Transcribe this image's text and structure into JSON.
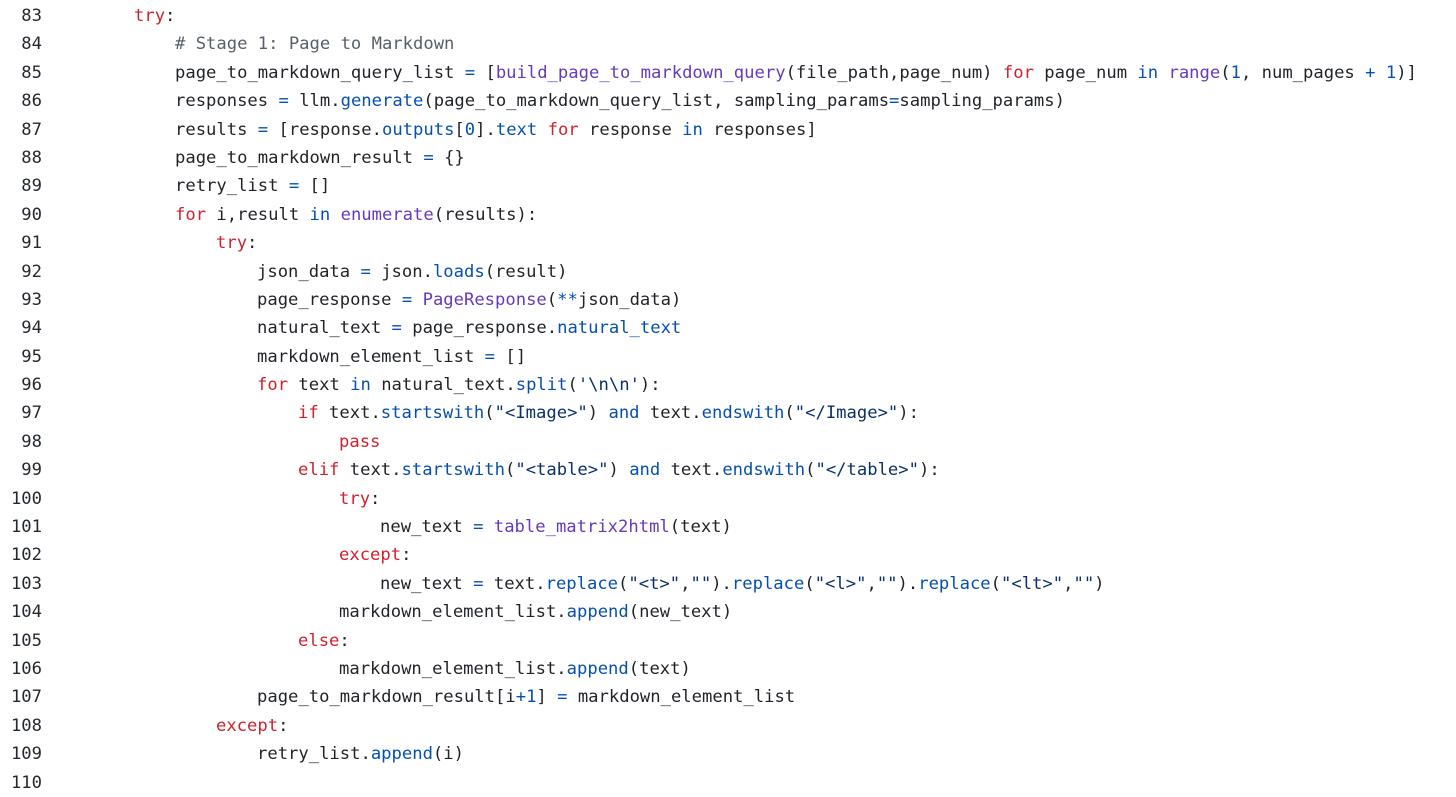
{
  "colors": {
    "background": "#ffffff",
    "line_number": "#24292f",
    "plain": "#1f2328",
    "keyword": "#cf222e",
    "function": "#6639ba",
    "attribute": "#0550ae",
    "number": "#0550ae",
    "operator": "#0550ae",
    "string": "#0a3069",
    "comment": "#57606a"
  },
  "code": {
    "lines": [
      {
        "number": "83",
        "indent": 0,
        "tokens": [
          {
            "t": "try",
            "c": "kw"
          },
          {
            "t": ":",
            "c": "plain"
          }
        ]
      },
      {
        "number": "84",
        "indent": 1,
        "tokens": [
          {
            "t": "# Stage 1: Page to Markdown",
            "c": "cm"
          }
        ]
      },
      {
        "number": "85",
        "indent": 1,
        "tokens": [
          {
            "t": "page_to_markdown_query_list ",
            "c": "plain"
          },
          {
            "t": "=",
            "c": "op"
          },
          {
            "t": " [",
            "c": "plain"
          },
          {
            "t": "build_page_to_markdown_query",
            "c": "fn"
          },
          {
            "t": "(file_path,page_num) ",
            "c": "plain"
          },
          {
            "t": "for",
            "c": "kw"
          },
          {
            "t": " page_num ",
            "c": "plain"
          },
          {
            "t": "in",
            "c": "op"
          },
          {
            "t": " ",
            "c": "plain"
          },
          {
            "t": "range",
            "c": "fn"
          },
          {
            "t": "(",
            "c": "plain"
          },
          {
            "t": "1",
            "c": "num"
          },
          {
            "t": ", num_pages ",
            "c": "plain"
          },
          {
            "t": "+",
            "c": "op"
          },
          {
            "t": " ",
            "c": "plain"
          },
          {
            "t": "1",
            "c": "num"
          },
          {
            "t": ")]",
            "c": "plain"
          }
        ]
      },
      {
        "number": "86",
        "indent": 1,
        "tokens": [
          {
            "t": "responses ",
            "c": "plain"
          },
          {
            "t": "=",
            "c": "op"
          },
          {
            "t": " llm.",
            "c": "plain"
          },
          {
            "t": "generate",
            "c": "attr"
          },
          {
            "t": "(page_to_markdown_query_list, sampling_params",
            "c": "plain"
          },
          {
            "t": "=",
            "c": "op"
          },
          {
            "t": "sampling_params)",
            "c": "plain"
          }
        ]
      },
      {
        "number": "87",
        "indent": 1,
        "tokens": [
          {
            "t": "results ",
            "c": "plain"
          },
          {
            "t": "=",
            "c": "op"
          },
          {
            "t": " [response.",
            "c": "plain"
          },
          {
            "t": "outputs",
            "c": "attr"
          },
          {
            "t": "[",
            "c": "plain"
          },
          {
            "t": "0",
            "c": "num"
          },
          {
            "t": "].",
            "c": "plain"
          },
          {
            "t": "text",
            "c": "attr"
          },
          {
            "t": " ",
            "c": "plain"
          },
          {
            "t": "for",
            "c": "kw"
          },
          {
            "t": " response ",
            "c": "plain"
          },
          {
            "t": "in",
            "c": "op"
          },
          {
            "t": " responses]",
            "c": "plain"
          }
        ]
      },
      {
        "number": "88",
        "indent": 1,
        "tokens": [
          {
            "t": "page_to_markdown_result ",
            "c": "plain"
          },
          {
            "t": "=",
            "c": "op"
          },
          {
            "t": " {}",
            "c": "plain"
          }
        ]
      },
      {
        "number": "89",
        "indent": 1,
        "tokens": [
          {
            "t": "retry_list ",
            "c": "plain"
          },
          {
            "t": "=",
            "c": "op"
          },
          {
            "t": " []",
            "c": "plain"
          }
        ]
      },
      {
        "number": "90",
        "indent": 1,
        "tokens": [
          {
            "t": "for",
            "c": "kw"
          },
          {
            "t": " i,result ",
            "c": "plain"
          },
          {
            "t": "in",
            "c": "op"
          },
          {
            "t": " ",
            "c": "plain"
          },
          {
            "t": "enumerate",
            "c": "fn"
          },
          {
            "t": "(results):",
            "c": "plain"
          }
        ]
      },
      {
        "number": "91",
        "indent": 2,
        "tokens": [
          {
            "t": "try",
            "c": "kw"
          },
          {
            "t": ":",
            "c": "plain"
          }
        ]
      },
      {
        "number": "92",
        "indent": 3,
        "tokens": [
          {
            "t": "json_data ",
            "c": "plain"
          },
          {
            "t": "=",
            "c": "op"
          },
          {
            "t": " json.",
            "c": "plain"
          },
          {
            "t": "loads",
            "c": "attr"
          },
          {
            "t": "(result)",
            "c": "plain"
          }
        ]
      },
      {
        "number": "93",
        "indent": 3,
        "tokens": [
          {
            "t": "page_response ",
            "c": "plain"
          },
          {
            "t": "=",
            "c": "op"
          },
          {
            "t": " ",
            "c": "plain"
          },
          {
            "t": "PageResponse",
            "c": "fn"
          },
          {
            "t": "(",
            "c": "plain"
          },
          {
            "t": "**",
            "c": "op"
          },
          {
            "t": "json_data)",
            "c": "plain"
          }
        ]
      },
      {
        "number": "94",
        "indent": 3,
        "tokens": [
          {
            "t": "natural_text ",
            "c": "plain"
          },
          {
            "t": "=",
            "c": "op"
          },
          {
            "t": " page_response.",
            "c": "plain"
          },
          {
            "t": "natural_text",
            "c": "attr"
          }
        ]
      },
      {
        "number": "95",
        "indent": 3,
        "tokens": [
          {
            "t": "markdown_element_list ",
            "c": "plain"
          },
          {
            "t": "=",
            "c": "op"
          },
          {
            "t": " []",
            "c": "plain"
          }
        ]
      },
      {
        "number": "96",
        "indent": 3,
        "tokens": [
          {
            "t": "for",
            "c": "kw"
          },
          {
            "t": " text ",
            "c": "plain"
          },
          {
            "t": "in",
            "c": "op"
          },
          {
            "t": " natural_text.",
            "c": "plain"
          },
          {
            "t": "split",
            "c": "attr"
          },
          {
            "t": "(",
            "c": "plain"
          },
          {
            "t": "'\\n\\n'",
            "c": "str"
          },
          {
            "t": "):",
            "c": "plain"
          }
        ]
      },
      {
        "number": "97",
        "indent": 4,
        "tokens": [
          {
            "t": "if",
            "c": "kw"
          },
          {
            "t": " text.",
            "c": "plain"
          },
          {
            "t": "startswith",
            "c": "attr"
          },
          {
            "t": "(",
            "c": "plain"
          },
          {
            "t": "\"<Image>\"",
            "c": "str"
          },
          {
            "t": ") ",
            "c": "plain"
          },
          {
            "t": "and",
            "c": "op"
          },
          {
            "t": " text.",
            "c": "plain"
          },
          {
            "t": "endswith",
            "c": "attr"
          },
          {
            "t": "(",
            "c": "plain"
          },
          {
            "t": "\"</Image>\"",
            "c": "str"
          },
          {
            "t": "):",
            "c": "plain"
          }
        ]
      },
      {
        "number": "98",
        "indent": 5,
        "tokens": [
          {
            "t": "pass",
            "c": "kw"
          }
        ]
      },
      {
        "number": "99",
        "indent": 4,
        "tokens": [
          {
            "t": "elif",
            "c": "kw"
          },
          {
            "t": " text.",
            "c": "plain"
          },
          {
            "t": "startswith",
            "c": "attr"
          },
          {
            "t": "(",
            "c": "plain"
          },
          {
            "t": "\"<table>\"",
            "c": "str"
          },
          {
            "t": ") ",
            "c": "plain"
          },
          {
            "t": "and",
            "c": "op"
          },
          {
            "t": " text.",
            "c": "plain"
          },
          {
            "t": "endswith",
            "c": "attr"
          },
          {
            "t": "(",
            "c": "plain"
          },
          {
            "t": "\"</table>\"",
            "c": "str"
          },
          {
            "t": "):",
            "c": "plain"
          }
        ]
      },
      {
        "number": "100",
        "indent": 5,
        "tokens": [
          {
            "t": "try",
            "c": "kw"
          },
          {
            "t": ":",
            "c": "plain"
          }
        ]
      },
      {
        "number": "101",
        "indent": 6,
        "tokens": [
          {
            "t": "new_text ",
            "c": "plain"
          },
          {
            "t": "=",
            "c": "op"
          },
          {
            "t": " ",
            "c": "plain"
          },
          {
            "t": "table_matrix2html",
            "c": "fn"
          },
          {
            "t": "(text)",
            "c": "plain"
          }
        ]
      },
      {
        "number": "102",
        "indent": 5,
        "tokens": [
          {
            "t": "except",
            "c": "kw"
          },
          {
            "t": ":",
            "c": "plain"
          }
        ]
      },
      {
        "number": "103",
        "indent": 6,
        "tokens": [
          {
            "t": "new_text ",
            "c": "plain"
          },
          {
            "t": "=",
            "c": "op"
          },
          {
            "t": " text.",
            "c": "plain"
          },
          {
            "t": "replace",
            "c": "attr"
          },
          {
            "t": "(",
            "c": "plain"
          },
          {
            "t": "\"<t>\"",
            "c": "str"
          },
          {
            "t": ",",
            "c": "plain"
          },
          {
            "t": "\"\"",
            "c": "str"
          },
          {
            "t": ").",
            "c": "plain"
          },
          {
            "t": "replace",
            "c": "attr"
          },
          {
            "t": "(",
            "c": "plain"
          },
          {
            "t": "\"<l>\"",
            "c": "str"
          },
          {
            "t": ",",
            "c": "plain"
          },
          {
            "t": "\"\"",
            "c": "str"
          },
          {
            "t": ").",
            "c": "plain"
          },
          {
            "t": "replace",
            "c": "attr"
          },
          {
            "t": "(",
            "c": "plain"
          },
          {
            "t": "\"<lt>\"",
            "c": "str"
          },
          {
            "t": ",",
            "c": "plain"
          },
          {
            "t": "\"\"",
            "c": "str"
          },
          {
            "t": ")",
            "c": "plain"
          }
        ]
      },
      {
        "number": "104",
        "indent": 5,
        "tokens": [
          {
            "t": "markdown_element_list.",
            "c": "plain"
          },
          {
            "t": "append",
            "c": "attr"
          },
          {
            "t": "(new_text)",
            "c": "plain"
          }
        ]
      },
      {
        "number": "105",
        "indent": 4,
        "tokens": [
          {
            "t": "else",
            "c": "kw"
          },
          {
            "t": ":",
            "c": "plain"
          }
        ]
      },
      {
        "number": "106",
        "indent": 5,
        "tokens": [
          {
            "t": "markdown_element_list.",
            "c": "plain"
          },
          {
            "t": "append",
            "c": "attr"
          },
          {
            "t": "(text)",
            "c": "plain"
          }
        ]
      },
      {
        "number": "107",
        "indent": 3,
        "tokens": [
          {
            "t": "page_to_markdown_result[i",
            "c": "plain"
          },
          {
            "t": "+",
            "c": "op"
          },
          {
            "t": "1",
            "c": "num"
          },
          {
            "t": "] ",
            "c": "plain"
          },
          {
            "t": "=",
            "c": "op"
          },
          {
            "t": " markdown_element_list",
            "c": "plain"
          }
        ]
      },
      {
        "number": "108",
        "indent": 2,
        "tokens": [
          {
            "t": "except",
            "c": "kw"
          },
          {
            "t": ":",
            "c": "plain"
          }
        ]
      },
      {
        "number": "109",
        "indent": 3,
        "tokens": [
          {
            "t": "retry_list.",
            "c": "plain"
          },
          {
            "t": "append",
            "c": "attr"
          },
          {
            "t": "(i)",
            "c": "plain"
          }
        ]
      },
      {
        "number": "110",
        "indent": 0,
        "tokens": []
      }
    ]
  }
}
